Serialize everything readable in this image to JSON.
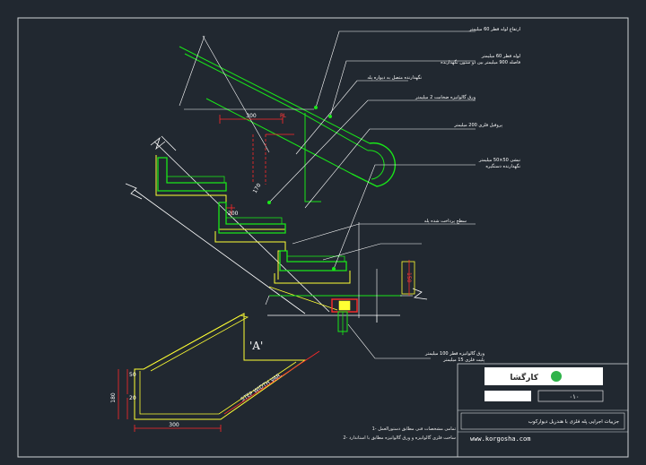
{
  "drawing": {
    "annotations": [
      "ارتفاع لوله قطر 60 میلیمتر",
      "لوله قطر 60 میلیمتر\nفاصله 900 میلیمتر بین دو ستون نگهدارنده",
      "نگهدارنده متصل به دیواره پله",
      "ورق گالوانیزه ضخامت 2 میلیمتر",
      "نبشی 50×50 میلیمتر\nنگهدارنده دستگیره",
      "پروفیل فلزی 200 میلیمتر",
      "سطح پرداخت شده پله",
      "ورق گالوانیزه قطر 100 میلیمتر\nپلیت فلزی 15 میلیمتر"
    ],
    "dimensions": {
      "tread_top": "300",
      "tread_small": "PL",
      "riser_height": "170",
      "riser_detail": "200",
      "step_base": "300",
      "step_side_1": "50",
      "step_side_2": "20",
      "step_height": "180",
      "right_dim": "150"
    },
    "view_label": "'A'",
    "step_width_label": "STEP WIDTH VAR.",
    "bottom_notes": [
      "1- تمامی مشخصات فنی مطابق دستورالعمل",
      "2- ساخت فلزی گالوانیزه و ورق گالوانیزه مطابق با استاندارد"
    ]
  },
  "title_block": {
    "logo_text": "کارگشا",
    "code": "۰۱۰",
    "title": "جزییات اجرایی پله فلزی با هندریل دیوارکوب",
    "website": "www.korgosha.com"
  },
  "colors": {
    "background": "#212830",
    "green": "#19e619",
    "yellow": "#ffff33",
    "red": "#ff2a2a",
    "white": "#ffffff"
  }
}
